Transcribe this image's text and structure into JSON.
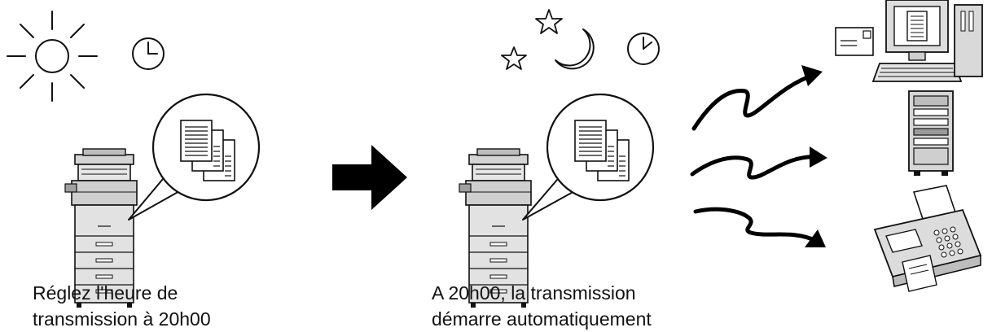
{
  "captions": {
    "left": {
      "line1": "Réglez l'heure de",
      "line2": "transmission à 20h00"
    },
    "right": {
      "line1": "A 20h00, la transmission",
      "line2": "démarre automatiquement"
    }
  },
  "colors": {
    "ink": "#111111",
    "gray": "#cfcfcf",
    "dark_gray": "#9a9a9a",
    "arrow": "#000000",
    "background": "#ffffff"
  },
  "icons": [
    "sun-icon",
    "clock-icon",
    "moon-icon",
    "star-icon",
    "printer-icon",
    "documents-icon",
    "computer-icon",
    "server-icon",
    "fax-icon",
    "envelope-icon",
    "transmission-arrow-icon"
  ]
}
